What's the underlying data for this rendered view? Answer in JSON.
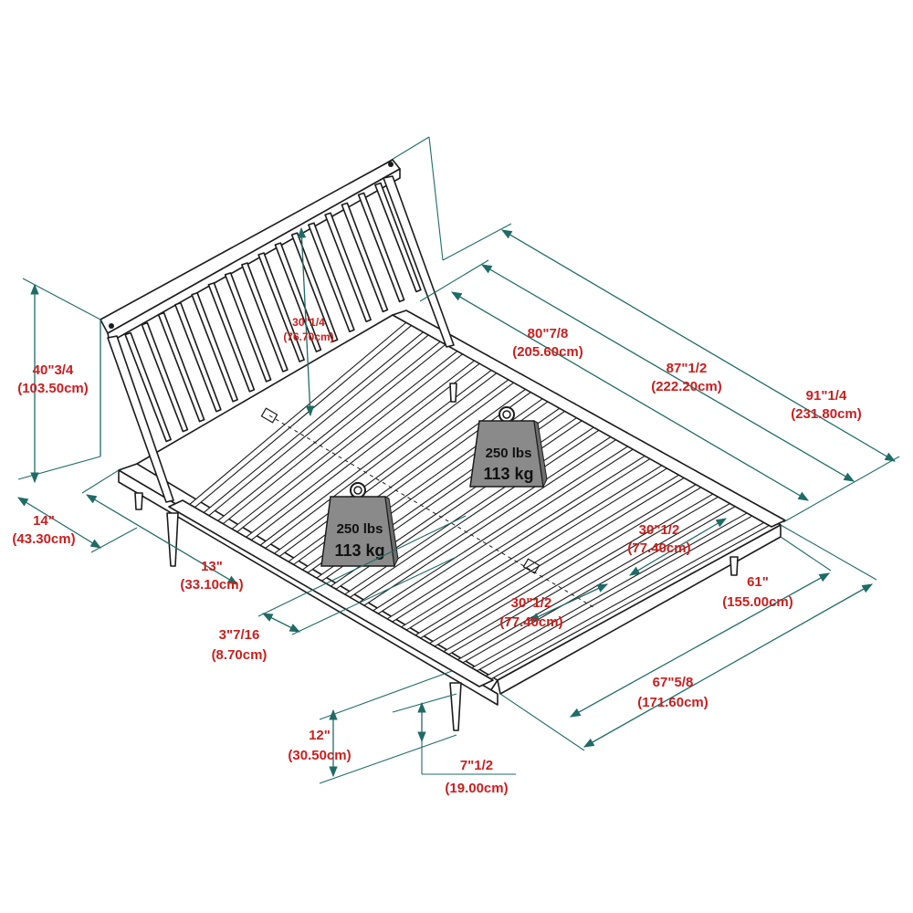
{
  "dimensions": {
    "headboard_height": {
      "imperial": "40\"3/4",
      "metric": "(103.50cm)"
    },
    "headboard_spindle": {
      "imperial": "30\"1/4",
      "metric": "(76.70cm)"
    },
    "inner_length": {
      "imperial": "80\"7/8",
      "metric": "(205.60cm)"
    },
    "frame_length": {
      "imperial": "87\"1/2",
      "metric": "(222.20cm)"
    },
    "overall_length": {
      "imperial": "91\"1/4",
      "metric": "(231.80cm)"
    },
    "headboard_depth": {
      "imperial": "14\"",
      "metric": "(43.30cm)"
    },
    "headboard_offset": {
      "imperial": "13\"",
      "metric": "(33.10cm)"
    },
    "rail_height": {
      "imperial": "3\"7/16",
      "metric": "(8.70cm)"
    },
    "slat_span_right": {
      "imperial": "30\"1/2",
      "metric": "(77.40cm)"
    },
    "slat_span_center": {
      "imperial": "30\"1/2",
      "metric": "(77.40cm)"
    },
    "inner_width": {
      "imperial": "61\"",
      "metric": "(155.00cm)"
    },
    "overall_width": {
      "imperial": "67\"5/8",
      "metric": "(171.60cm)"
    },
    "leg_clearance": {
      "imperial": "12\"",
      "metric": "(30.50cm)"
    },
    "leg_height": {
      "imperial": "7\"1/2",
      "metric": "(19.00cm)"
    }
  },
  "weights": [
    {
      "lbs": "250 lbs",
      "kg": "113 kg"
    },
    {
      "lbs": "250 lbs",
      "kg": "113 kg"
    }
  ],
  "colors": {
    "dimension_text": "#c8201e",
    "dimension_lines": "#1f6b66",
    "outline": "#1b1b1b",
    "weight_icon": "#8a8a8a"
  },
  "icons": [
    "weight-icon"
  ]
}
